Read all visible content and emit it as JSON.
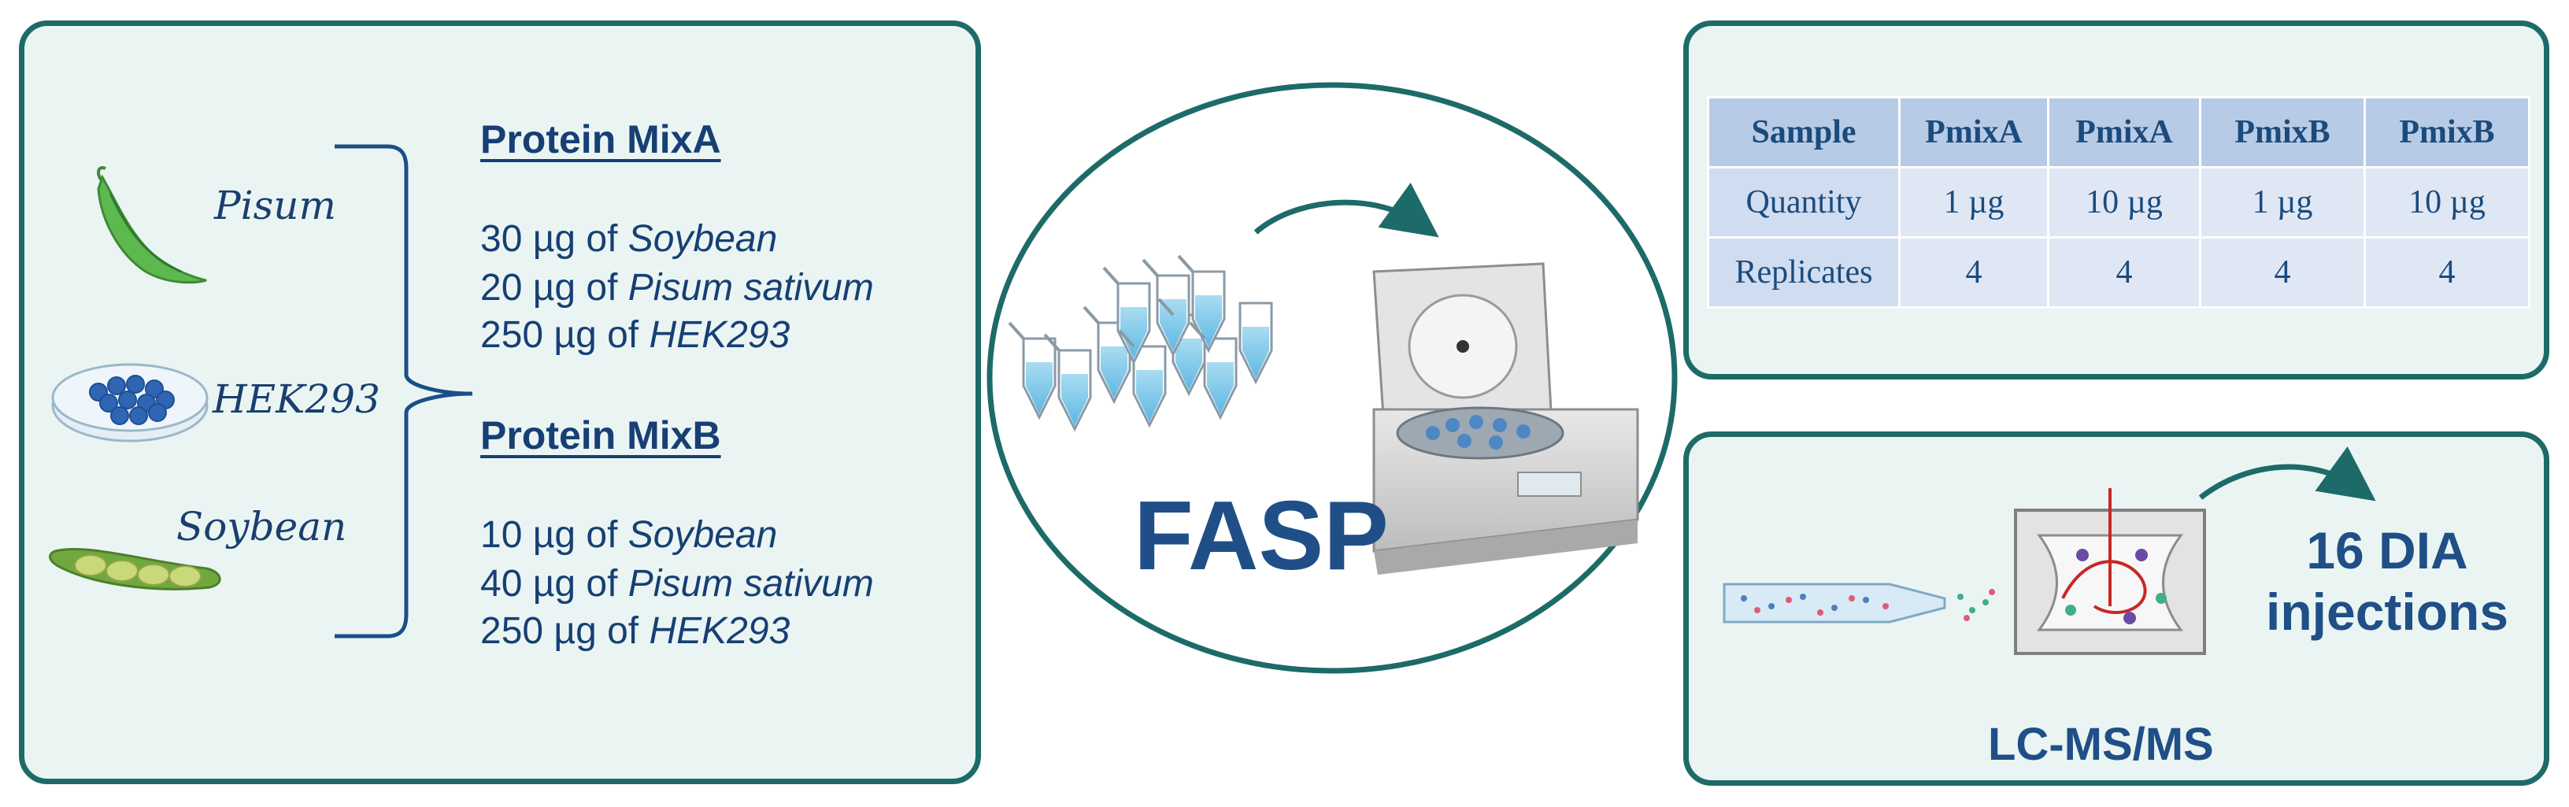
{
  "organisms": {
    "pisum": "Pisum",
    "hek": "HEK293",
    "soybean": "Soybean"
  },
  "mix_a": {
    "title": "Protein MixA",
    "lines": [
      {
        "qty": "30 µg of ",
        "name": "Soybean"
      },
      {
        "qty": "20 µg of ",
        "name": "Pisum sativum"
      },
      {
        "qty": "250 µg of ",
        "name": "HEK293"
      }
    ]
  },
  "mix_b": {
    "title": "Protein MixB",
    "lines": [
      {
        "qty": "10 µg of ",
        "name": "Soybean"
      },
      {
        "qty": "40 µg  of ",
        "name": "Pisum sativum"
      },
      {
        "qty": "250 µg of  ",
        "name": "HEK293"
      }
    ]
  },
  "fasp_label": "FASP",
  "table": {
    "header": [
      "Sample",
      "PmixA",
      "PmixA",
      "PmixB",
      "PmixB"
    ],
    "rows": [
      [
        "Quantity",
        "1 µg",
        "10 µg",
        "1 µg",
        "10 µg"
      ],
      [
        "Replicates",
        "4",
        "4",
        "4",
        "4"
      ]
    ]
  },
  "injections": {
    "line1": "16 DIA",
    "line2": "injections"
  },
  "lcms_label": "LC-MS/MS",
  "colors": {
    "panel_border": "#1d6b68",
    "panel_fill": "#eaf5f3",
    "text_blue": "#173f74",
    "arrow": "#1d6b68"
  }
}
